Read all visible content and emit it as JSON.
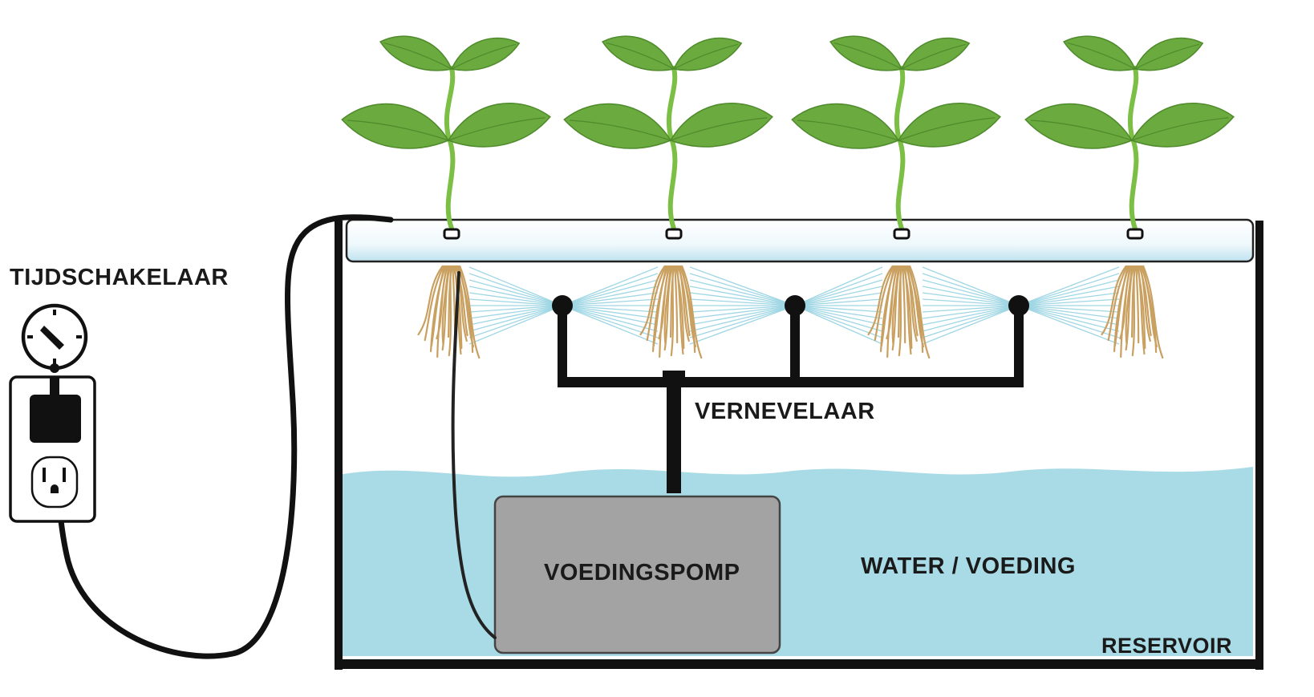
{
  "labels": {
    "timer": "TIJDSCHAKELAAR",
    "mister": "VERNEVELAAR",
    "pump": "VOEDINGSPOMP",
    "water": "WATER / VOEDING",
    "reservoir": "RESERVOIR"
  },
  "plants": [
    "plant-1",
    "plant-2",
    "plant-3",
    "plant-4"
  ],
  "colors": {
    "leaf": "#6aaa3e",
    "leaf_dark": "#4f8a2c",
    "stem": "#7bbf45",
    "root": "#c9a060",
    "water": "#a9dbe6",
    "mist": "#8fd0e0",
    "pipe": "#111111",
    "pump": "#a3a3a3",
    "lid": "#e8f5fb"
  }
}
